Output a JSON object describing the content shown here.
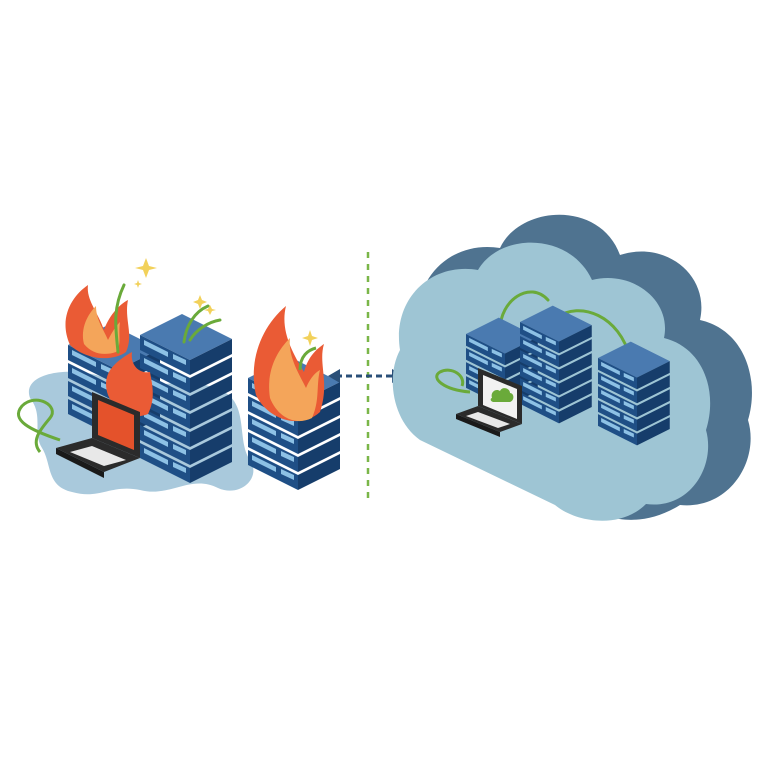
{
  "illustration": {
    "left_side": {
      "servers": [
        "server-rack-left-back",
        "server-rack-left-front",
        "server-rack-left-single"
      ],
      "laptop_screen": "fire-screen",
      "state": "on-fire"
    },
    "divider": {
      "style": "dashed"
    },
    "connection_arrow": {
      "direction": "bidirectional",
      "style": "dashed"
    },
    "right_side": {
      "container": "cloud-icon",
      "servers": [
        "server-rack-cloud-1",
        "server-rack-cloud-2",
        "server-rack-cloud-3"
      ],
      "laptop_screen": "cloud-icon"
    }
  },
  "colors": {
    "server_top": "#4a7ab0",
    "server_front": "#1f4f86",
    "server_side": "#163d6b",
    "server_light": "#8dc1e5",
    "flame_outer": "#ea5b35",
    "flame_inner": "#f4a55a",
    "cable": "#6aaa3a",
    "spark": "#f2d15a",
    "puddle": "#a9c9dc",
    "cloud_light": "#9ec5d4",
    "cloud_dark": "#4f7390",
    "divider": "#7ab648",
    "arrow": "#2a4f78",
    "laptop_body": "#2b2b2b",
    "laptop_screen_fire": "#e4522b"
  }
}
